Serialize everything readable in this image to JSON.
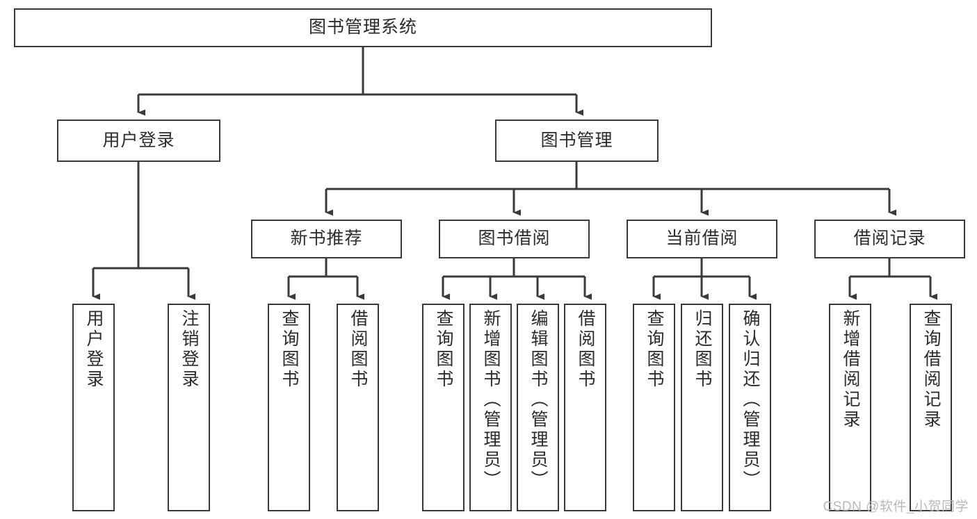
{
  "diagram": {
    "type": "tree-hierarchy",
    "root": {
      "label": "图书管理系统"
    },
    "level2": [
      {
        "label": "用户登录"
      },
      {
        "label": "图书管理"
      }
    ],
    "level3": [
      {
        "label": "新书推荐"
      },
      {
        "label": "图书借阅"
      },
      {
        "label": "当前借阅"
      },
      {
        "label": "借阅记录"
      }
    ],
    "leaves": {
      "user_login": [
        {
          "label": "用户登录"
        },
        {
          "label": "注销登录"
        }
      ],
      "new_book_recommend": [
        {
          "label": "查询图书"
        },
        {
          "label": "借阅图书"
        }
      ],
      "book_borrow": [
        {
          "label": "查询图书"
        },
        {
          "label": "新增图书（管理员）"
        },
        {
          "label": "编辑图书（管理员）"
        },
        {
          "label": "借阅图书"
        }
      ],
      "current_borrow": [
        {
          "label": "查询图书"
        },
        {
          "label": "归还图书"
        },
        {
          "label": "确认归还（管理员）"
        }
      ],
      "borrow_record": [
        {
          "label": "新增借阅记录"
        },
        {
          "label": "查询借阅记录"
        }
      ]
    }
  },
  "watermark": {
    "text": "CSDN @软件_小贺同学"
  },
  "colors": {
    "stroke": "#3a3a3a",
    "box_fill": "#ffffff",
    "text": "#2b2b2b",
    "watermark": "#b9b9b9",
    "background": "#ffffff"
  }
}
